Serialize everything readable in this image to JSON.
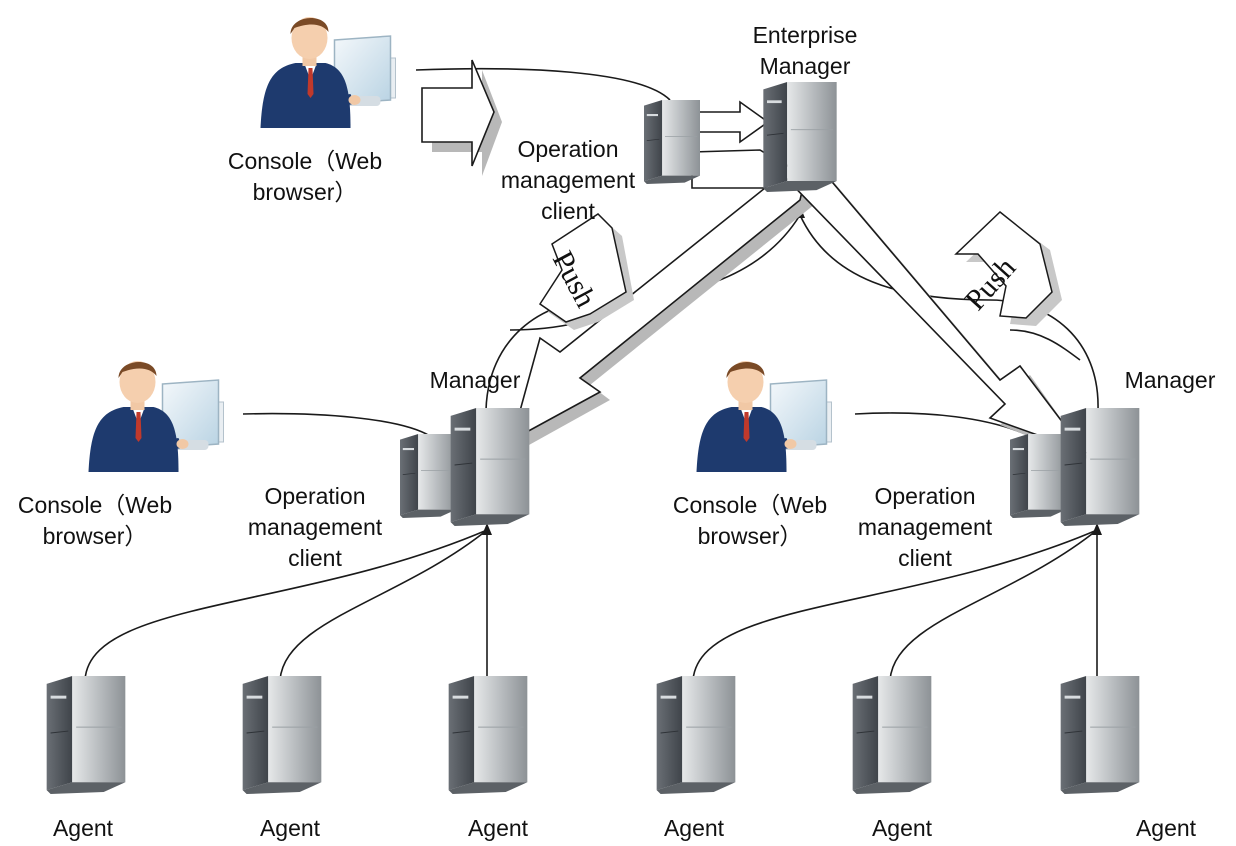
{
  "labels": {
    "enterprise_manager": [
      "Enterprise",
      "Manager"
    ],
    "top_console": [
      "Console（Web",
      "browser）"
    ],
    "top_omc": [
      "Operation",
      "management",
      "client"
    ],
    "manager_left": "Manager",
    "manager_right": "Manager",
    "left_console": [
      "Console（Web",
      "browser）"
    ],
    "left_omc": [
      "Operation",
      "management",
      "client"
    ],
    "right_console": [
      "Console（Web",
      "browser）"
    ],
    "right_omc": [
      "Operation",
      "management",
      "client"
    ],
    "push_left": "Push",
    "push_right": "Push",
    "agents": [
      "Agent",
      "Agent",
      "Agent",
      "Agent",
      "Agent",
      "Agent"
    ]
  },
  "icons": {
    "person": "person-at-computer-icon",
    "server": "tower-server-icon"
  },
  "colors": {
    "suit": "#1e3a6e",
    "tie": "#c0392b",
    "server_light": "#c8ccce",
    "server_dark": "#4a4f55",
    "arrow_shadow": "#b8b8b8",
    "line": "#1a1a1a"
  }
}
